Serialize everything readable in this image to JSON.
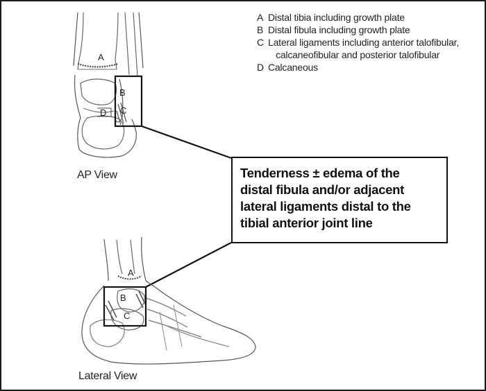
{
  "legend": [
    {
      "key": "A",
      "text": "Distal tibia including growth plate"
    },
    {
      "key": "B",
      "text": "Distal fibula including growth plate"
    },
    {
      "key": "C",
      "text": "Lateral ligaments including anterior talofibular,\n   calcaneofibular and posterior talofibular"
    },
    {
      "key": "D",
      "text": "Calcaneous"
    }
  ],
  "views": {
    "ap": "AP View",
    "lateral": "Lateral View"
  },
  "callout": {
    "line1_start": "Tenderness",
    "line1_symbol": "±",
    "line1_end": "edema of the",
    "line2": "distal fibula and/or adjacent",
    "line3": "lateral ligaments distal to the",
    "line4": "tibial anterior joint line"
  },
  "ap_labels": {
    "a": "A",
    "b": "B",
    "c": "C",
    "d": "D"
  },
  "lateral_labels": {
    "a": "A",
    "b": "B",
    "c": "C"
  }
}
